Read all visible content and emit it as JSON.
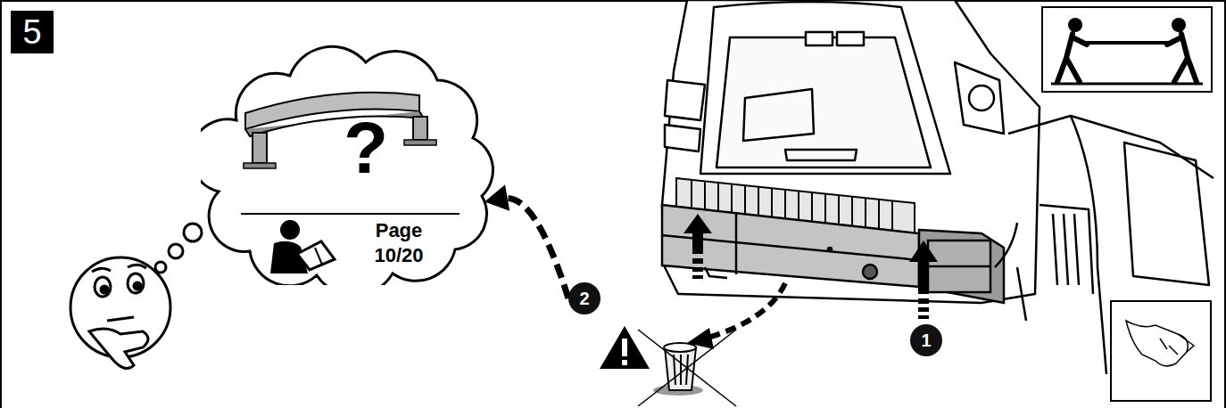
{
  "diagram": {
    "nodes": [
      {
        "text": [
          "5"
        ]
      },
      {
        "text": [
          "?",
          "Page 10/20"
        ]
      },
      {
        "text": [
          "2"
        ]
      },
      {
        "text": [
          "1"
        ]
      }
    ],
    "edges": [
      {
        "from": 2,
        "to": 1,
        "arrow": "to"
      }
    ]
  }
}
